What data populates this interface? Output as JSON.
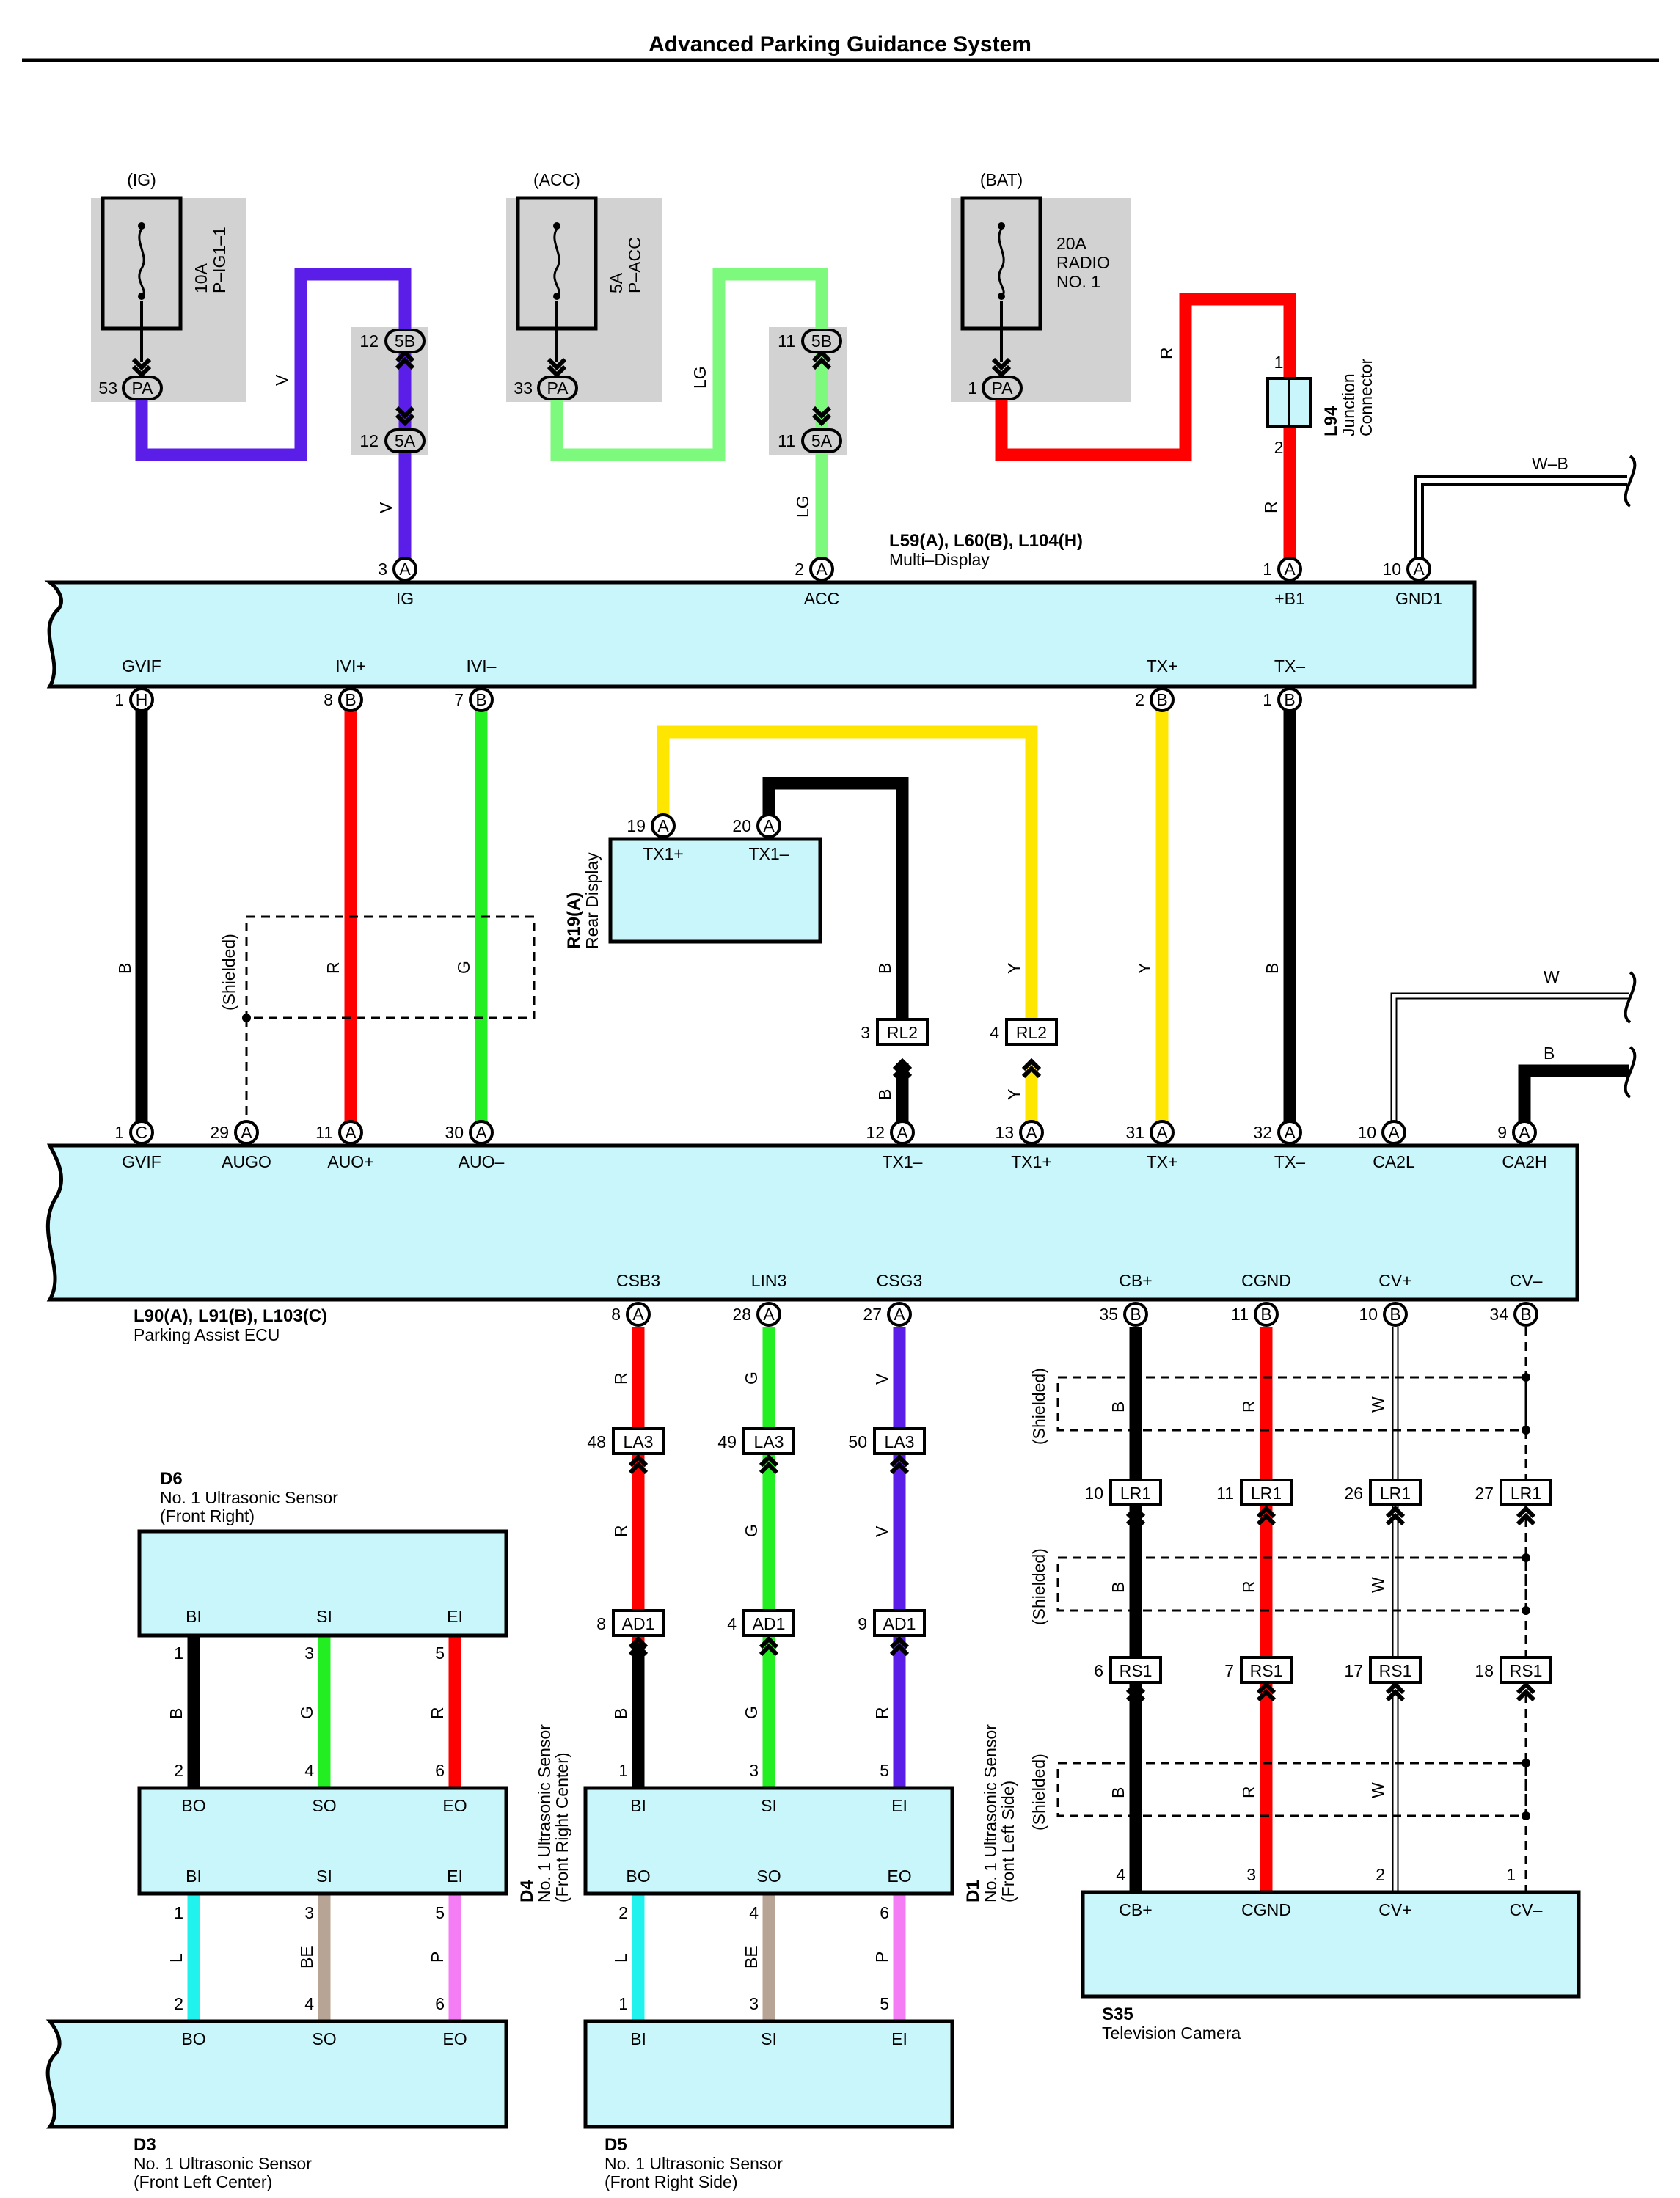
{
  "title": "Advanced Parking Guidance System",
  "colors": {
    "V": "#5a1ee8",
    "LG": "#7dfa7d",
    "R": "#ff0000",
    "G": "#22ee22",
    "Y": "#ffe600",
    "B": "#000000",
    "L": "#22f2ee",
    "BE": "#b8a494",
    "P": "#f47cf4",
    "W": "#ffffff",
    "component_fill": "#c8f6fa",
    "fuse_block": "#d2d2d2"
  },
  "fuses": [
    {
      "source": "(IG)",
      "rating": "10A",
      "name": "P–IG1–1",
      "pin": "53",
      "conn": "PA"
    },
    {
      "source": "(ACC)",
      "rating": "5A",
      "name": "P–ACC",
      "pin": "33",
      "conn": "PA"
    },
    {
      "source": "(BAT)",
      "rating": "20A",
      "name": "RADIO",
      "name2": "NO. 1",
      "pin": "1",
      "conn": "PA"
    }
  ],
  "junction_blocks": [
    {
      "top_pin": "12",
      "top_conn": "5B",
      "bot_pin": "12",
      "bot_conn": "5A"
    },
    {
      "top_pin": "11",
      "top_conn": "5B",
      "bot_pin": "11",
      "bot_conn": "5A"
    }
  ],
  "junction_connector": {
    "code": "L94",
    "name": "Junction",
    "name2": "Connector",
    "pin_top": "1",
    "pin_bottom": "2"
  },
  "multi_display": {
    "code": "L59(A), L60(B), L104(H)",
    "name": "Multi–Display",
    "top_pins": [
      {
        "num": "3",
        "conn": "A",
        "label": "IG"
      },
      {
        "num": "2",
        "conn": "A",
        "label": "ACC"
      },
      {
        "num": "1",
        "conn": "A",
        "label": "+B1"
      },
      {
        "num": "10",
        "conn": "A",
        "label": "GND1"
      }
    ],
    "bottom_pins": [
      {
        "num": "1",
        "conn": "H",
        "label": "GVIF"
      },
      {
        "num": "8",
        "conn": "B",
        "label": "IVI+"
      },
      {
        "num": "7",
        "conn": "B",
        "label": "IVI–"
      },
      {
        "num": "2",
        "conn": "B",
        "label": "TX+"
      },
      {
        "num": "1",
        "conn": "B",
        "label": "TX–"
      }
    ]
  },
  "rear_display": {
    "code": "R19(A)",
    "name": "Rear Display",
    "pins": [
      {
        "num": "19",
        "conn": "A",
        "label": "TX1+"
      },
      {
        "num": "20",
        "conn": "A",
        "label": "TX1–"
      }
    ]
  },
  "parking_ecu": {
    "code": "L90(A), L91(B), L103(C)",
    "name": "Parking Assist ECU",
    "top_pins": [
      {
        "num": "1",
        "conn": "C",
        "label": "GVIF"
      },
      {
        "num": "29",
        "conn": "A",
        "label": "AUGO"
      },
      {
        "num": "11",
        "conn": "A",
        "label": "AUO+"
      },
      {
        "num": "30",
        "conn": "A",
        "label": "AUO–"
      },
      {
        "num": "12",
        "conn": "A",
        "label": "TX1–"
      },
      {
        "num": "13",
        "conn": "A",
        "label": "TX1+"
      },
      {
        "num": "31",
        "conn": "A",
        "label": "TX+"
      },
      {
        "num": "32",
        "conn": "A",
        "label": "TX–"
      },
      {
        "num": "10",
        "conn": "A",
        "label": "CA2L"
      },
      {
        "num": "9",
        "conn": "A",
        "label": "CA2H"
      }
    ],
    "bottom_pins": [
      {
        "num": "8",
        "conn": "A",
        "label": "CSB3"
      },
      {
        "num": "28",
        "conn": "A",
        "label": "LIN3"
      },
      {
        "num": "27",
        "conn": "A",
        "label": "CSG3"
      },
      {
        "num": "35",
        "conn": "B",
        "label": "CB+"
      },
      {
        "num": "11",
        "conn": "B",
        "label": "CGND"
      },
      {
        "num": "10",
        "conn": "B",
        "label": "CV+"
      },
      {
        "num": "34",
        "conn": "B",
        "label": "CV–"
      }
    ]
  },
  "connectors": {
    "rl2": [
      {
        "pin": "3",
        "code": "RL2"
      },
      {
        "pin": "4",
        "code": "RL2"
      }
    ],
    "la3": [
      {
        "pin": "48",
        "code": "LA3"
      },
      {
        "pin": "49",
        "code": "LA3"
      },
      {
        "pin": "50",
        "code": "LA3"
      }
    ],
    "ad1": [
      {
        "pin": "8",
        "code": "AD1"
      },
      {
        "pin": "4",
        "code": "AD1"
      },
      {
        "pin": "9",
        "code": "AD1"
      }
    ],
    "lr1": [
      {
        "pin": "10",
        "code": "LR1"
      },
      {
        "pin": "11",
        "code": "LR1"
      },
      {
        "pin": "26",
        "code": "LR1"
      },
      {
        "pin": "27",
        "code": "LR1"
      }
    ],
    "rs1": [
      {
        "pin": "6",
        "code": "RS1"
      },
      {
        "pin": "7",
        "code": "RS1"
      },
      {
        "pin": "17",
        "code": "RS1"
      },
      {
        "pin": "18",
        "code": "RS1"
      }
    ]
  },
  "wire_colors": {
    "v": "V",
    "lg": "LG",
    "r": "R",
    "wb": "W–B",
    "b": "B",
    "g": "G",
    "y": "Y",
    "w": "W",
    "l": "L",
    "be": "BE",
    "p": "P"
  },
  "shielded": "(Shielded)",
  "sensors": {
    "d6": {
      "code": "D6",
      "name": "No. 1 Ultrasonic Sensor",
      "location": "(Front Right)",
      "pins": [
        {
          "num": "1",
          "label": "BI"
        },
        {
          "num": "3",
          "label": "SI"
        },
        {
          "num": "5",
          "label": "EI"
        }
      ]
    },
    "d4": {
      "code": "D4",
      "name": "No. 1 Ultrasonic Sensor",
      "location": "(Front Right Center)",
      "pins_top": [
        {
          "num": "2",
          "label": "BO"
        },
        {
          "num": "4",
          "label": "SO"
        },
        {
          "num": "6",
          "label": "EO"
        }
      ],
      "pins_bottom": [
        {
          "num": "1",
          "label": "BI"
        },
        {
          "num": "3",
          "label": "SI"
        },
        {
          "num": "5",
          "label": "EI"
        }
      ]
    },
    "d1": {
      "code": "D1",
      "name": "No. 1 Ultrasonic Sensor",
      "location": "(Front Left Side)",
      "pins_top": [
        {
          "num": "1",
          "label": "BI"
        },
        {
          "num": "3",
          "label": "SI"
        },
        {
          "num": "5",
          "label": "EI"
        }
      ],
      "pins_bottom": [
        {
          "num": "2",
          "label": "BO"
        },
        {
          "num": "4",
          "label": "SO"
        },
        {
          "num": "6",
          "label": "EO"
        }
      ]
    },
    "d3": {
      "code": "D3",
      "name": "No. 1 Ultrasonic Sensor",
      "location": "(Front Left Center)",
      "pins": [
        {
          "num": "2",
          "label": "BO"
        },
        {
          "num": "4",
          "label": "SO"
        },
        {
          "num": "6",
          "label": "EO"
        }
      ]
    },
    "d5": {
      "code": "D5",
      "name": "No. 1 Ultrasonic Sensor",
      "location": "(Front Right Side)",
      "pins": [
        {
          "num": "1",
          "label": "BI"
        },
        {
          "num": "3",
          "label": "SI"
        },
        {
          "num": "5",
          "label": "EI"
        }
      ]
    }
  },
  "camera": {
    "code": "S35",
    "name": "Television Camera",
    "pins": [
      {
        "num": "4",
        "label": "CB+"
      },
      {
        "num": "3",
        "label": "CGND"
      },
      {
        "num": "2",
        "label": "CV+"
      },
      {
        "num": "1",
        "label": "CV–"
      }
    ]
  }
}
